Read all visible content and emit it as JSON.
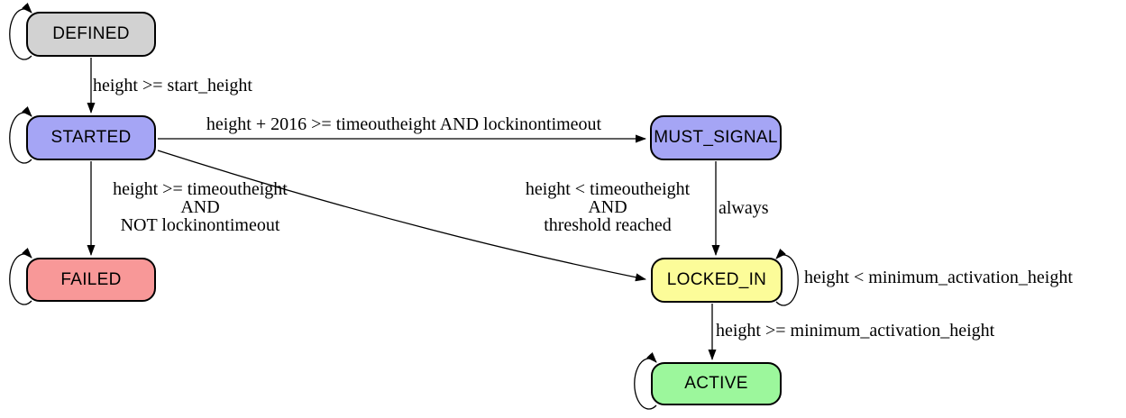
{
  "diagram": {
    "background_color": "#ffffff",
    "edge_color": "#000000",
    "states": {
      "defined": {
        "label": "DEFINED",
        "fill": "#d2d2d2",
        "has_self_loop": true
      },
      "started": {
        "label": "STARTED",
        "fill": "#a5a5f5",
        "has_self_loop": true
      },
      "must_signal": {
        "label": "MUST_SIGNAL",
        "fill": "#a5a5f5",
        "has_self_loop": false
      },
      "failed": {
        "label": "FAILED",
        "fill": "#f89898",
        "has_self_loop": true
      },
      "locked_in": {
        "label": "LOCKED_IN",
        "fill": "#fcfc99",
        "has_self_loop": true
      },
      "active": {
        "label": "ACTIVE",
        "fill": "#9cf79c",
        "has_self_loop": true
      }
    },
    "edges": {
      "defined_to_started": {
        "label": "height >= start_height"
      },
      "started_to_must_signal": {
        "label": "height + 2016 >= timeoutheight AND lockinontimeout"
      },
      "started_to_failed": {
        "line1": "height >= timeoutheight",
        "line2": "AND",
        "line3": "NOT lockinontimeout"
      },
      "started_to_locked_in": {
        "line1": "height < timeoutheight",
        "line2": "AND",
        "line3": "threshold reached"
      },
      "must_signal_to_locked_in": {
        "label": "always"
      },
      "locked_in_self": {
        "label": "height < minimum_activation_height"
      },
      "locked_in_to_active": {
        "label": "height >= minimum_activation_height"
      }
    }
  }
}
